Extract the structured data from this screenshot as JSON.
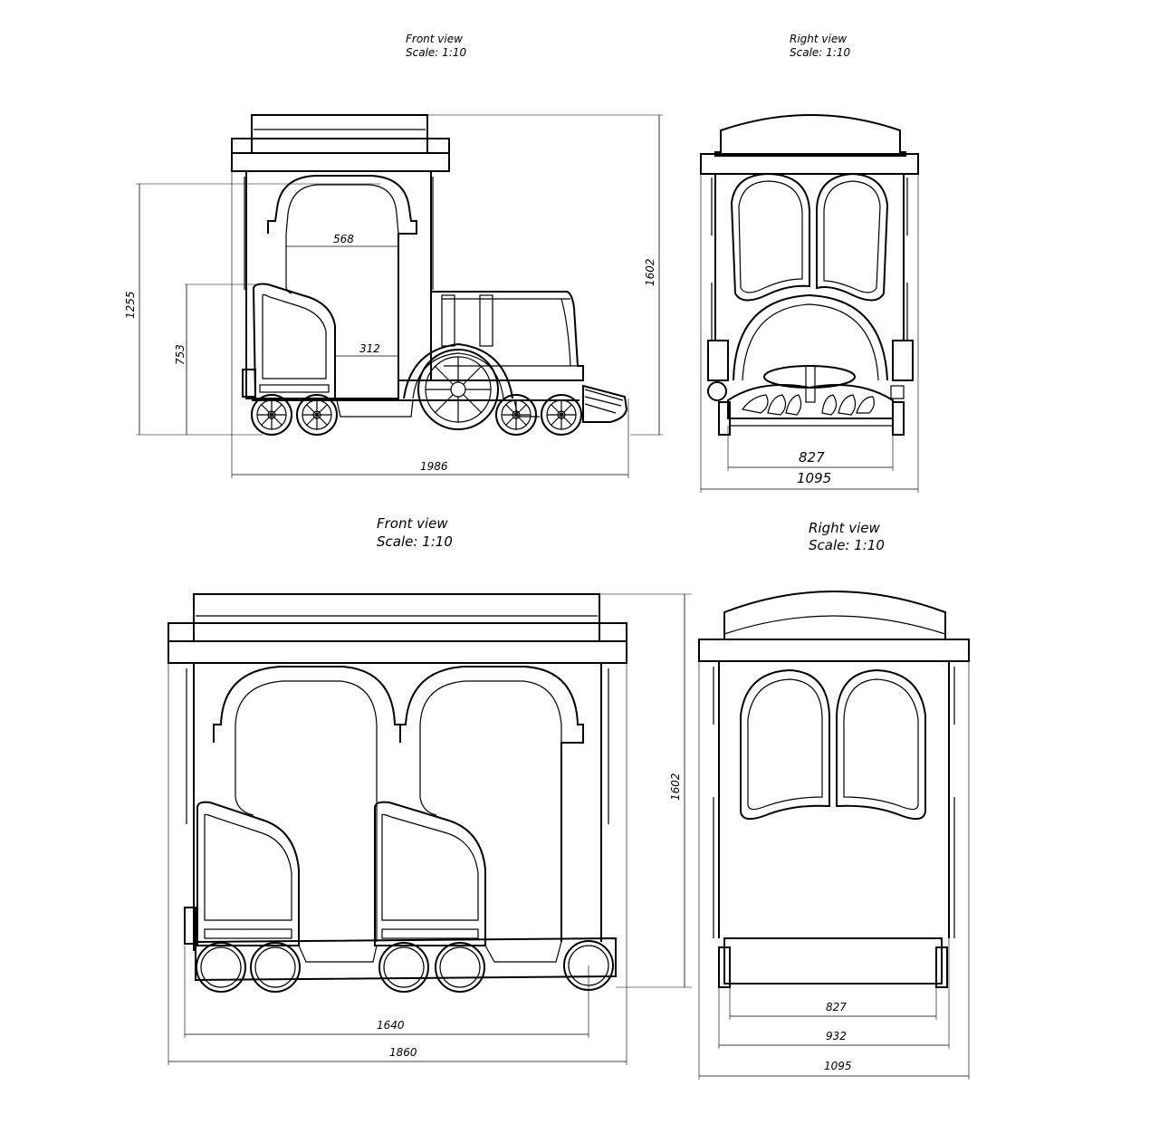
{
  "views": {
    "front_top": {
      "title": "Front view",
      "scale": "Scale: 1:10"
    },
    "right_top": {
      "title": "Right view",
      "scale": "Scale: 1:10"
    },
    "front_bottom": {
      "title": "Front view",
      "scale": "Scale: 1:10"
    },
    "right_bottom": {
      "title": "Right view",
      "scale": "Scale: 1:10"
    }
  },
  "dimensions": {
    "locomotive": {
      "cab_inner_width": "568",
      "seat_width": "312",
      "total_height": "1602",
      "cab_height": "1255",
      "seat_height": "753",
      "total_length": "1986"
    },
    "locomotive_side": {
      "inner_width": "827",
      "outer_width": "1095"
    },
    "wagon": {
      "height": "1602",
      "inner_length": "1640",
      "total_length": "1860"
    },
    "wagon_side": {
      "inner_width": "827",
      "mid_width": "932",
      "outer_width": "1095"
    }
  }
}
